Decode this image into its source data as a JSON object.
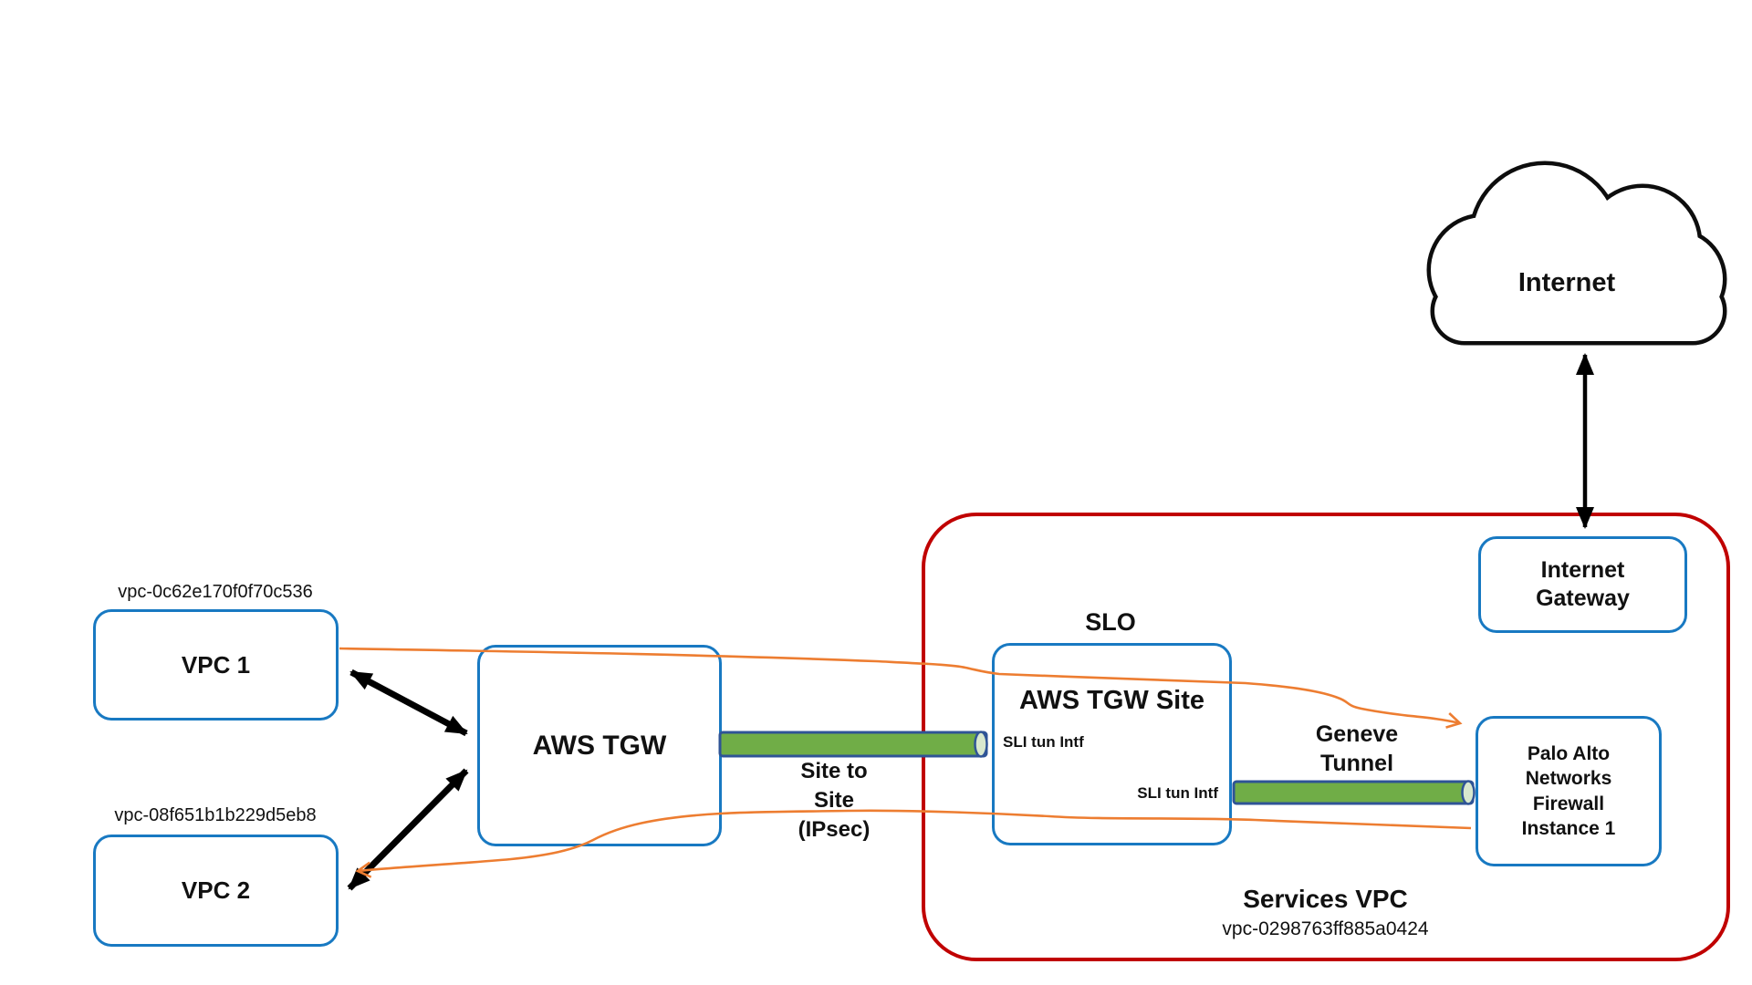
{
  "internet": {
    "label": "Internet"
  },
  "internet_gateway": {
    "label": "Internet Gateway"
  },
  "services_vpc": {
    "title": "Services VPC",
    "vpc_id": "vpc-0298763ff885a0424",
    "slo_label": "SLO"
  },
  "aws_tgw_site": {
    "title": "AWS TGW Site",
    "sli_tun_top": "SLI tun Intf",
    "sli_tun_bottom": "SLI tun Intf"
  },
  "palo_alto_firewall": {
    "label": "Palo Alto Networks Firewall Instance 1"
  },
  "tunnels": {
    "geneve": "Geneve Tunnel",
    "site_to_site": "Site to Site (IPsec)"
  },
  "aws_tgw": {
    "title": "AWS TGW"
  },
  "vpc1": {
    "title": "VPC 1",
    "vpc_id": "vpc-0c62e170f0f70c536"
  },
  "vpc2": {
    "title": "VPC 2",
    "vpc_id": "vpc-08f651b1b229d5eb8"
  },
  "colors": {
    "box_border": "#1879C2",
    "container_border": "#C00000",
    "tunnel_fill": "#70AD47",
    "tunnel_border": "#2F5496",
    "tunnel_cap": "#D8E8CE",
    "flow_line": "#ED7D31",
    "arrow": "#000000"
  }
}
